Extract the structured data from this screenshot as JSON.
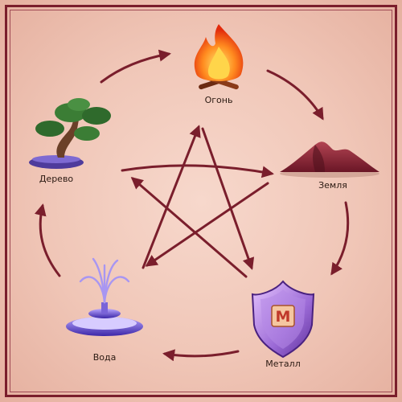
{
  "elements": {
    "fire": {
      "label": "Огонь",
      "icon": "fire-icon"
    },
    "earth": {
      "label": "Земля",
      "icon": "mountain-icon"
    },
    "metal": {
      "label": "Металл",
      "icon": "shield-icon",
      "badge": "M"
    },
    "water": {
      "label": "Вода",
      "icon": "fountain-icon"
    },
    "wood": {
      "label": "Дерево",
      "icon": "bonsai-tree-icon"
    }
  },
  "colors": {
    "arrow": "#7a1e2c",
    "frame": "#7a1e2c",
    "background": "#f2cbbd"
  }
}
